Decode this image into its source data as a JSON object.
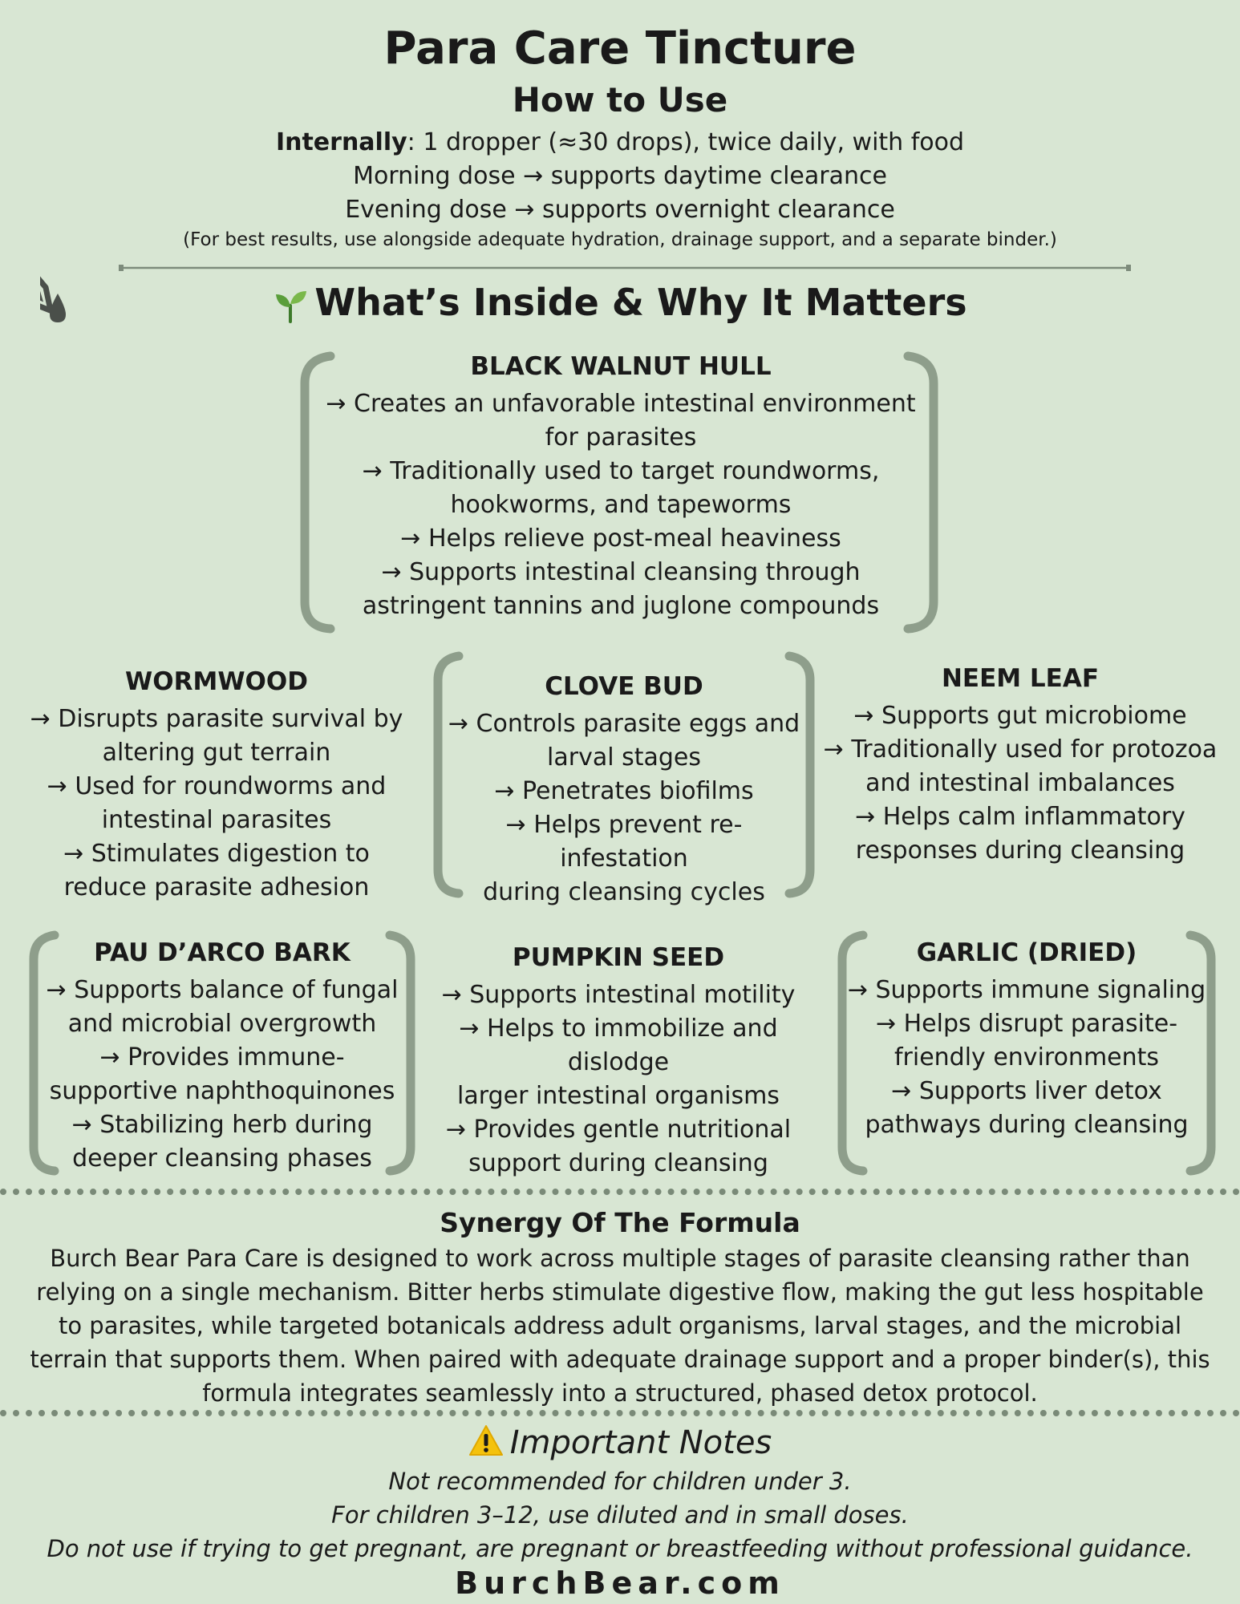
{
  "header": {
    "title": "Para Care Tincture",
    "subtitle": "How to Use",
    "usage_bold": "Internally",
    "usage_rest": ": 1 dropper (≈30 drops), twice daily, with food",
    "morning": "Morning dose → supports daytime clearance",
    "evening": "Evening dose → supports overnight clearance",
    "note": "(For best results, use alongside adequate hydration, drainage support, and a separate binder.)"
  },
  "section": {
    "title": "What’s Inside & Why It Matters"
  },
  "ingredients": [
    {
      "name": "BLACK WALNUT HULL",
      "lines": [
        "→ Creates an unfavorable intestinal environment",
        "for parasites",
        "→ Traditionally used to target roundworms,",
        "hookworms, and tapeworms",
        "→ Helps relieve post-meal heaviness",
        "→ Supports intestinal cleansing through",
        "astringent tannins and juglone compounds"
      ]
    },
    {
      "name": "WORMWOOD",
      "lines": [
        "→ Disrupts parasite survival by",
        "altering gut terrain",
        "→ Used for roundworms and",
        "intestinal parasites",
        "→ Stimulates digestion to",
        "reduce parasite adhesion"
      ]
    },
    {
      "name": "CLOVE BUD",
      "lines": [
        "→ Controls parasite eggs and",
        "larval stages",
        "→ Penetrates biofilms",
        "→ Helps prevent re-infestation",
        "during cleansing cycles"
      ]
    },
    {
      "name": "NEEM LEAF",
      "lines": [
        "→ Supports gut microbiome",
        "→ Traditionally used for protozoa",
        "and intestinal imbalances",
        "→ Helps calm inflammatory",
        "responses during cleansing"
      ]
    },
    {
      "name": "PAU D’ARCO BARK",
      "lines": [
        "→ Supports balance of fungal",
        "and microbial overgrowth",
        "→ Provides immune-",
        "supportive naphthoquinones",
        "→ Stabilizing herb during",
        "deeper cleansing phases"
      ]
    },
    {
      "name": "PUMPKIN SEED",
      "lines": [
        "→ Supports intestinal motility",
        "→ Helps to immobilize and dislodge",
        "larger intestinal organisms",
        "→ Provides gentle nutritional",
        "support during cleansing"
      ]
    },
    {
      "name": "GARLIC (DRIED)",
      "lines": [
        "→ Supports immune signaling",
        "→ Helps disrupt parasite-",
        "friendly environments",
        "→ Supports liver detox",
        "pathways during cleansing"
      ]
    }
  ],
  "synergy": {
    "title": "Synergy Of The Formula",
    "text": "Burch Bear Para Care is designed to work across multiple stages of parasite cleansing rather than relying on a single mechanism. Bitter herbs stimulate digestive flow, making the gut less hospitable to parasites, while targeted botanicals address adult organisms, larval stages, and the microbial terrain that supports them.  When paired with adequate drainage support and a proper binder(s), this formula integrates seamlessly into a structured, phased detox protocol."
  },
  "notes": {
    "title": "Important Notes",
    "lines": [
      "Not recommended for children under 3.",
      "For children 3–12, use diluted and in small doses.",
      "Do not use if trying to get pregnant, are pregnant or breastfeeding without professional guidance."
    ]
  },
  "footer": {
    "url": "BurchBear.com"
  },
  "icons": {
    "dropper": "dropper-icon",
    "sprout": "sprout-icon",
    "warning": "warning-icon"
  },
  "colors": {
    "background": "#d8e6d3",
    "accent": "#7d8b7b",
    "dropper": "#4a4f4a"
  }
}
